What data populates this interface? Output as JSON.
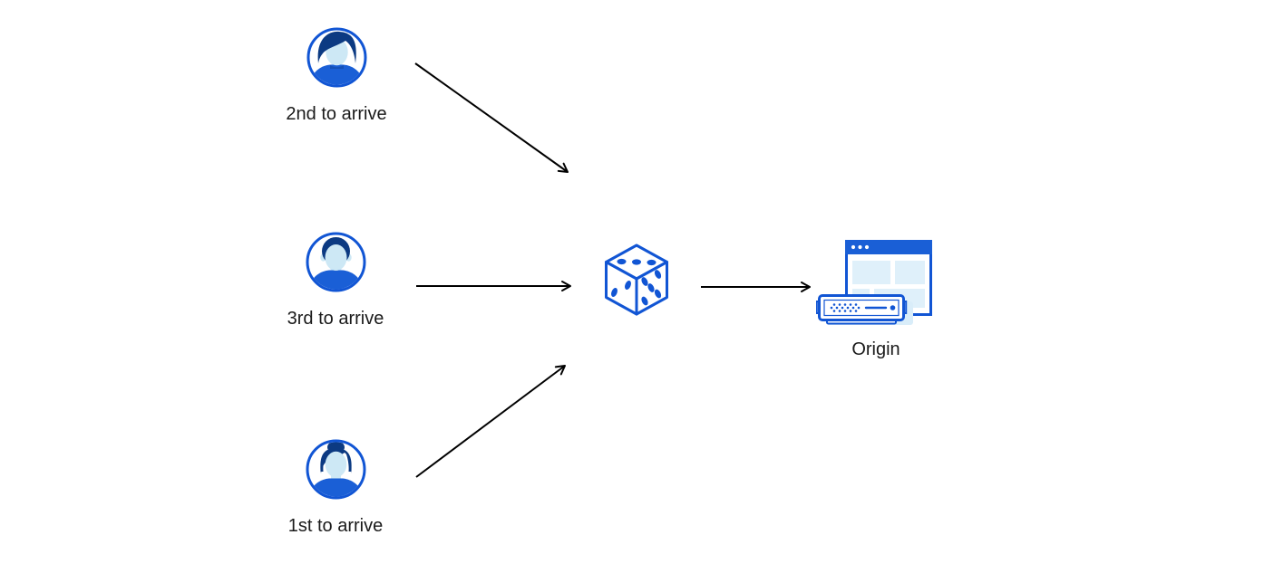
{
  "diagram": {
    "description": "Three clients arriving in different orders send requests through a randomizer (dice) to an origin server",
    "background": "#ffffff",
    "colors": {
      "primary_blue": "#1155d4",
      "dark_navy_hair": "#0c3a82",
      "shirt_blue": "#1a5fd6",
      "face_light_blue": "#cde8f5",
      "panel_light_blue": "#dff0fa",
      "shadow_light_blue": "#d9edf9",
      "arrow_black": "#000000",
      "text": "#1a1a1a"
    },
    "nodes": {
      "clients": [
        {
          "id": "client-2nd",
          "label": "2nd to arrive",
          "avatar": "man-swoop-hair-avatar"
        },
        {
          "id": "client-3rd",
          "label": "3rd to arrive",
          "avatar": "man-short-hair-avatar"
        },
        {
          "id": "client-1st",
          "label": "1st to arrive",
          "avatar": "woman-bun-avatar"
        }
      ],
      "randomizer": {
        "id": "dice",
        "icon": "dice-icon"
      },
      "origin": {
        "id": "origin",
        "label": "Origin",
        "icon": "origin-server-icon"
      }
    },
    "edges": [
      {
        "from": "client-2nd",
        "to": "dice"
      },
      {
        "from": "client-3rd",
        "to": "dice"
      },
      {
        "from": "client-1st",
        "to": "dice"
      },
      {
        "from": "dice",
        "to": "origin"
      }
    ]
  }
}
